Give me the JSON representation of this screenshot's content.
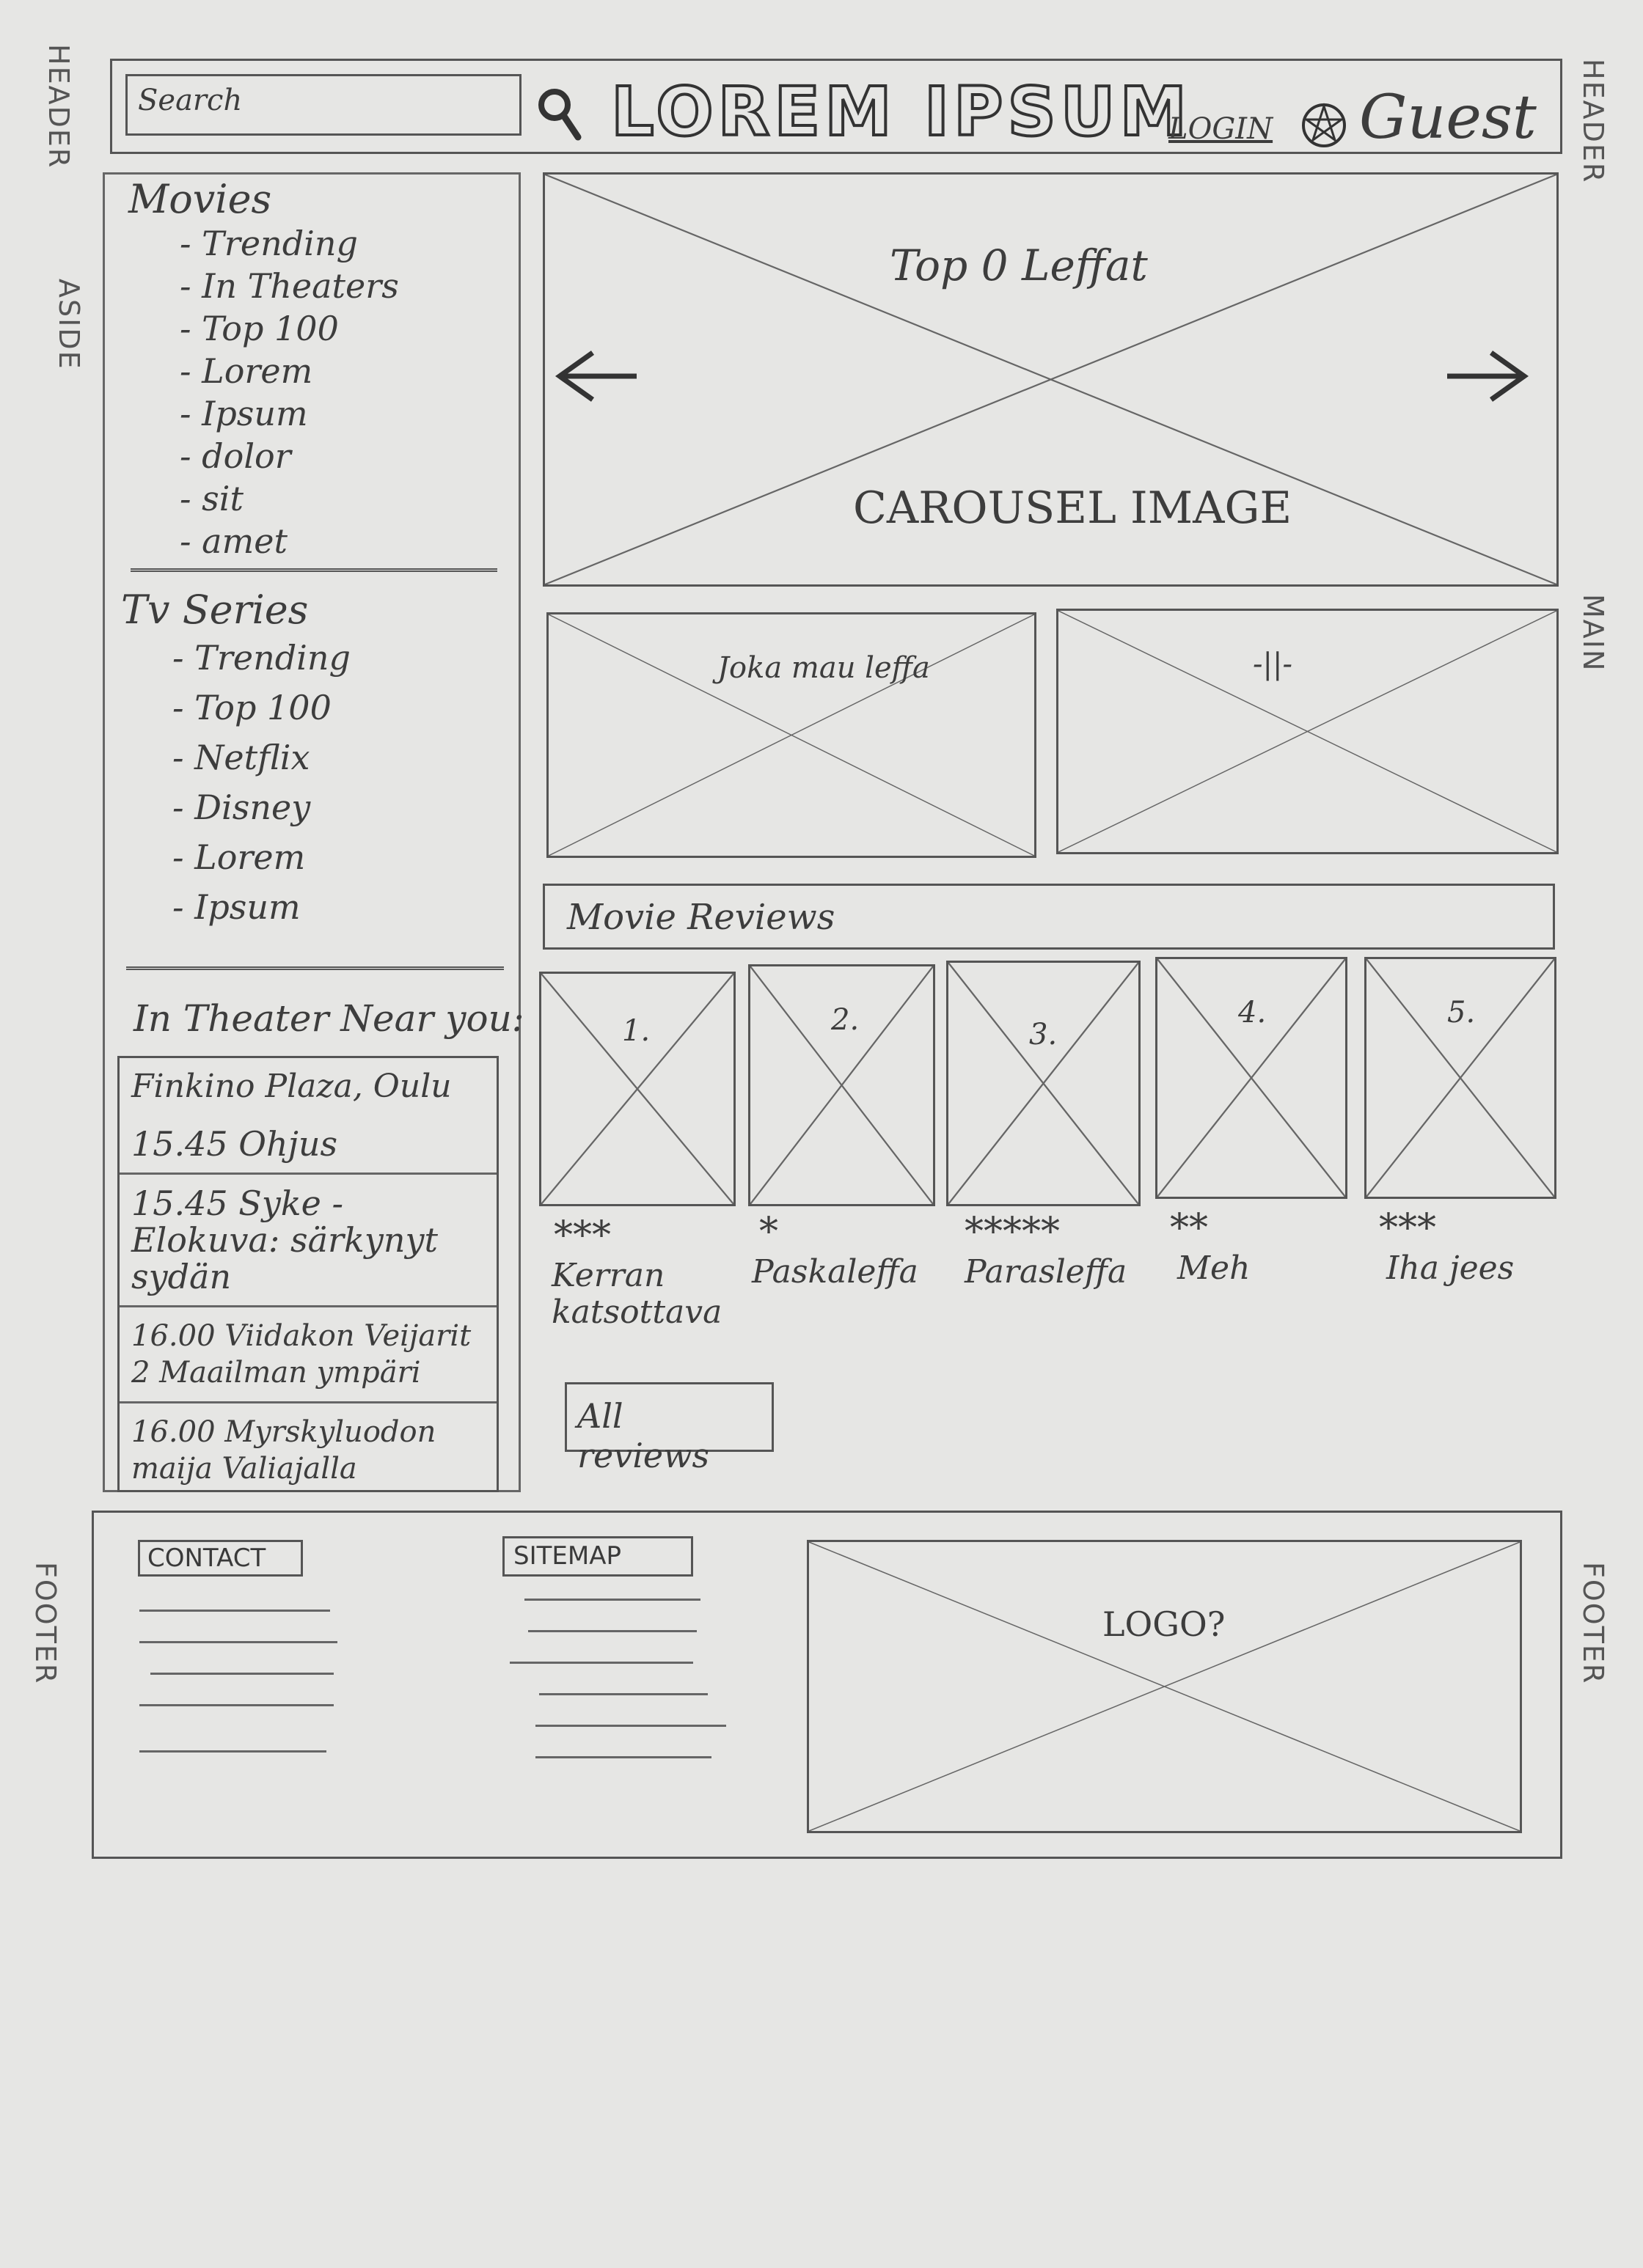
{
  "labels": {
    "header_left": "HEADER",
    "header_right": "HEADER",
    "aside": "ASIDE",
    "main": "MAIN",
    "footer_left": "FOOTER",
    "footer_right": "FOOTER"
  },
  "header": {
    "search_placeholder": "Search",
    "search_icon": "search-icon",
    "title": "LOREM IPSUM",
    "login": "LOGIN",
    "user_icon": "pentagram-icon",
    "user": "Guest"
  },
  "aside": {
    "movies": {
      "heading": "Movies",
      "items": [
        "Trending",
        "In Theaters",
        "Top 100",
        "Lorem",
        "Ipsum",
        "dolor",
        "sit",
        "amet"
      ]
    },
    "tv": {
      "heading": "Tv Series",
      "items": [
        "Trending",
        "Top 100",
        "Netflix",
        "Disney",
        "Lorem",
        "Ipsum"
      ]
    },
    "theater": {
      "heading": "In Theater Near you:",
      "venue": "Finkino Plaza, Oulu",
      "showtimes": [
        "15.45 Ohjus",
        "15.45 Syke - Elokuva: särkynyt sydän",
        "16.00 Viidakon Veijarit 2 Maailman ympäri",
        "16.00 Myrskyluodon maija Valiajalla"
      ]
    }
  },
  "main": {
    "carousel": {
      "title": "Top 0 Leffat",
      "caption": "CAROUSEL IMAGE",
      "prev_icon": "arrow-left-icon",
      "next_icon": "arrow-right-icon"
    },
    "features": [
      "Joka mau leffa",
      "-||-"
    ],
    "reviews": {
      "heading": "Movie Reviews",
      "cards": [
        {
          "num": "1.",
          "stars": "***",
          "caption": "Kerran katsottava"
        },
        {
          "num": "2.",
          "stars": "*",
          "caption": "Paskaleffa"
        },
        {
          "num": "3.",
          "stars": "*****",
          "caption": "Parasleffa"
        },
        {
          "num": "4.",
          "stars": "**",
          "caption": "Meh"
        },
        {
          "num": "5.",
          "stars": "***",
          "caption": "Iha jees"
        }
      ],
      "all_button": "All reviews"
    }
  },
  "footer": {
    "contact": "CONTACT",
    "sitemap": "SITEMAP",
    "logo": "LOGO?"
  }
}
